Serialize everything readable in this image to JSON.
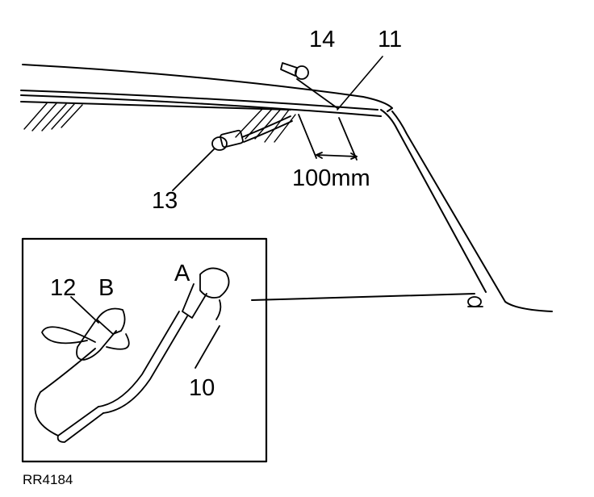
{
  "labels": {
    "callout_14": "14",
    "callout_11": "11",
    "callout_13": "13",
    "dimension": "100mm",
    "callout_12": "12",
    "callout_b": "B",
    "callout_a": "A",
    "callout_10": "10",
    "figure_ref": "RR4184"
  },
  "colors": {
    "ink": "#000000",
    "paper": "#ffffff"
  }
}
